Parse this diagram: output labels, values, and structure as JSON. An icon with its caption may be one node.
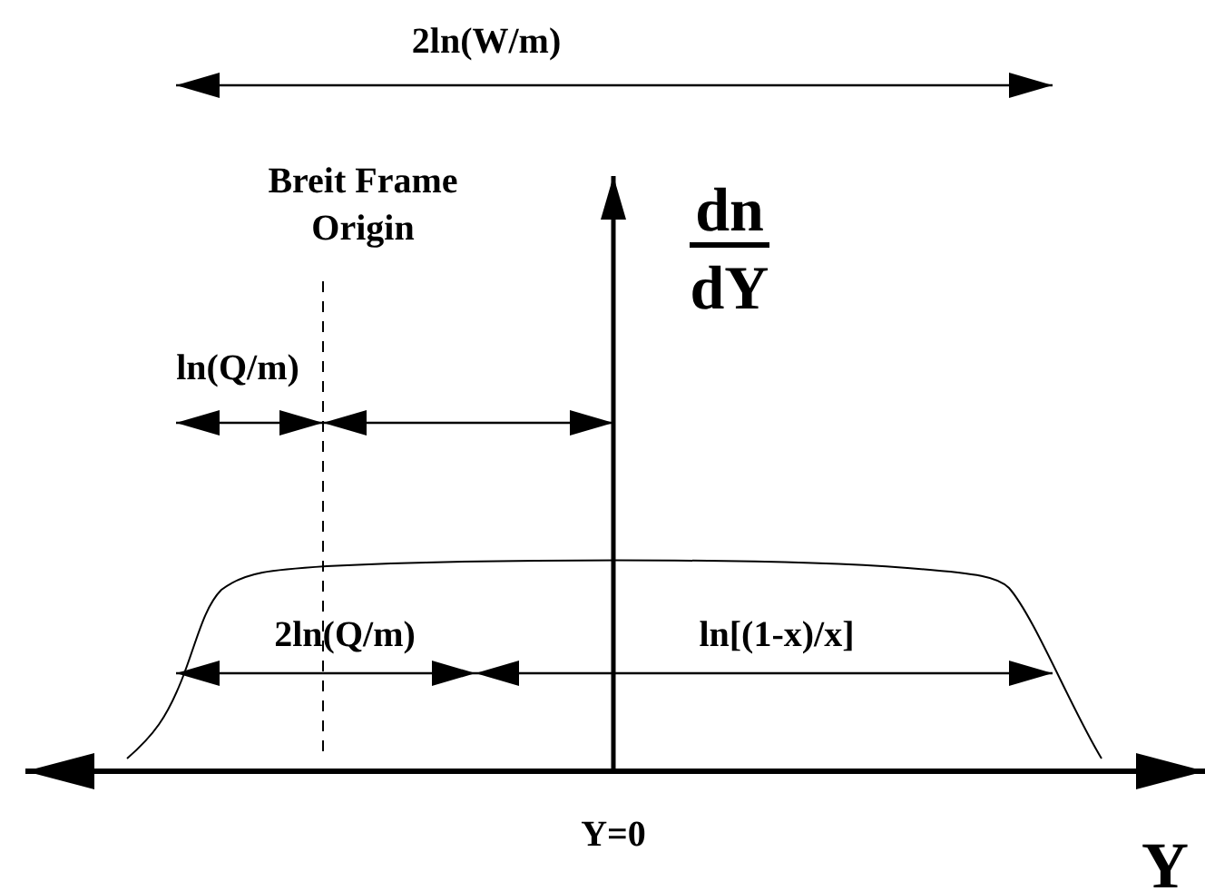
{
  "diagram": {
    "labels": [
      "2ln(W/m)",
      "Breit Frame Origin",
      "dn",
      "dY",
      "ln(Q/m)",
      "2ln(Q/m)",
      "ln[(1-x)/x]",
      "Y=0",
      "Y"
    ]
  }
}
